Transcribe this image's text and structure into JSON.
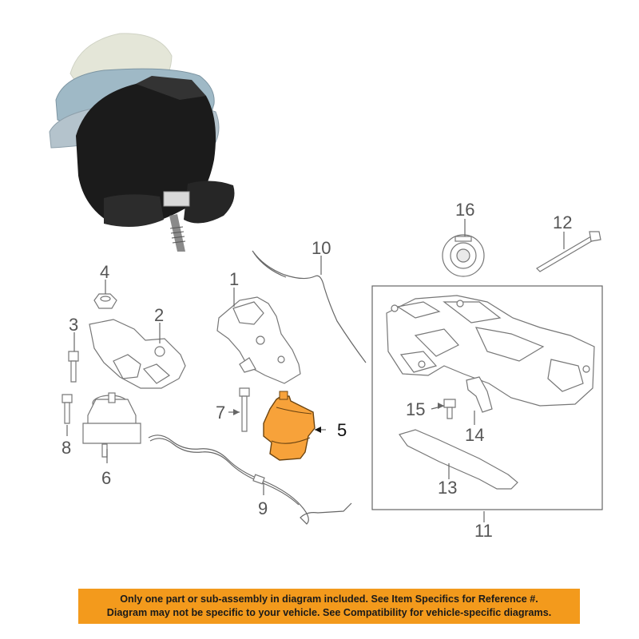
{
  "callouts": {
    "c1": "1",
    "c2": "2",
    "c3": "3",
    "c4": "4",
    "c5": "5",
    "c6": "6",
    "c7": "7",
    "c8": "8",
    "c9": "9",
    "c10": "10",
    "c11": "11",
    "c12": "12",
    "c13": "13",
    "c14": "14",
    "c15": "15",
    "c16": "16"
  },
  "highlight_color": "#f7a23a",
  "notice": {
    "line1": "Only one part or sub-assembly in diagram included. See Item Specifics for Reference #.",
    "line2": "Diagram may not be specific to your vehicle. See Compatibility for vehicle-specific diagrams.",
    "color": "#f39a1c"
  }
}
